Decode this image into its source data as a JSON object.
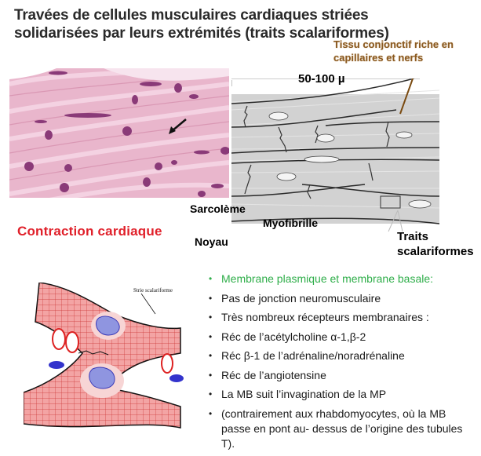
{
  "title": {
    "line1": "Travées de cellules musculaires cardiaques striées",
    "line2": "solidarisées par leurs extrémités (traits scalariformes)"
  },
  "annotations": {
    "tissu_line1": "Tissu conjonctif riche en",
    "tissu_line2": "capillaires et nerfs",
    "scale": "50-100 µ",
    "sarcoleme": "Sarcolème",
    "myofibrille": "Myofibrille",
    "noyau": "Noyau",
    "traits_line1": "Traits",
    "traits_line2": "scalariformes",
    "contraction": "Contraction cardiaque",
    "strie": "Strie scalariforme"
  },
  "colors": {
    "title": "#2a2a2a",
    "tissu": "#8a5a22",
    "contraction": "#e0202a",
    "green_bullet": "#2fae4a",
    "cell_fill": "#f0a0a0",
    "nucleus": "#8f95e0",
    "histology": "#e8b0c8"
  },
  "bullets": [
    {
      "text": "Membrane plasmique et membrane basale:",
      "highlight": true
    },
    {
      "text": "Pas de jonction neuromusculaire"
    },
    {
      "text": "Très nombreux récepteurs membranaires :"
    },
    {
      "text": "Réc de l’acétylcholine α-1,β-2"
    },
    {
      "text": "Réc β-1 de l’adrénaline/noradrénaline"
    },
    {
      "text": "Réc de l’angiotensine"
    },
    {
      "text": "La MB suit l’invagination de la MP"
    },
    {
      "text": "(contrairement aux rhabdomyocytes, où la MB passe en pont au- dessus de l’origine des tubules T)."
    }
  ]
}
